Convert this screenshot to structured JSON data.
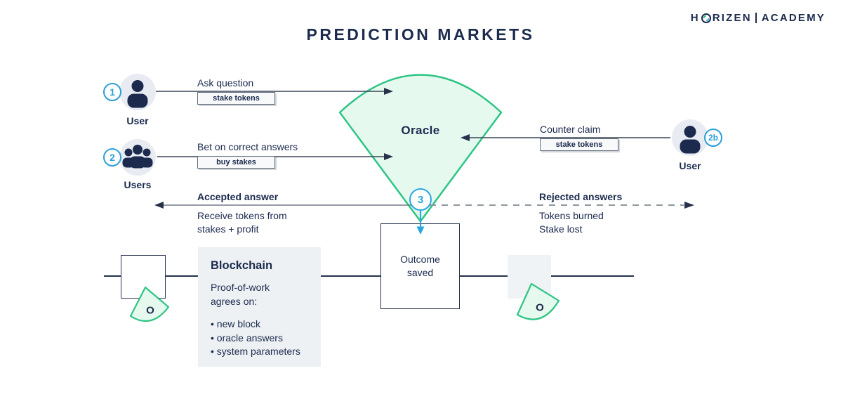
{
  "title": "PREDICTION MARKETS",
  "logo": {
    "word1_prefix": "H",
    "word1_suffix": "RIZEN",
    "word2": "ACADEMY"
  },
  "actors": {
    "user1": {
      "badge": "1",
      "label": "User"
    },
    "users2": {
      "badge": "2",
      "label": "Users"
    },
    "user2b": {
      "badge": "2b",
      "label": "User"
    }
  },
  "flows": {
    "ask_question": {
      "label": "Ask question",
      "tag": "stake tokens"
    },
    "bet": {
      "label": "Bet on correct answers",
      "tag": "buy stakes"
    },
    "counter_claim": {
      "label": "Counter claim",
      "tag": "stake tokens"
    }
  },
  "oracle": {
    "label": "Oracle",
    "step_badge": "3"
  },
  "outcomes": {
    "accepted": {
      "title": "Accepted answer",
      "line1": "Receive tokens from",
      "line2": "stakes + profit"
    },
    "rejected": {
      "title": "Rejected answers",
      "line1": "Tokens burned",
      "line2": "Stake lost"
    }
  },
  "outcome_box": {
    "line1": "Outcome",
    "line2": "saved"
  },
  "blockchain": {
    "title": "Blockchain",
    "subtitle1": "Proof-of-work",
    "subtitle2": "agrees on:",
    "bullets": [
      "new block",
      "oracle answers",
      "system parameters"
    ]
  },
  "mini_oracles": {
    "left": "O",
    "right": "O"
  },
  "colors": {
    "navy": "#1B2A4D",
    "green": "#2EC584",
    "mint": "#E6F9EF",
    "blue": "#2BA7E0",
    "badge_blue": "#2B9FD8",
    "panel_gray": "#EDF1F4",
    "dash_gray": "#8E97A1"
  }
}
